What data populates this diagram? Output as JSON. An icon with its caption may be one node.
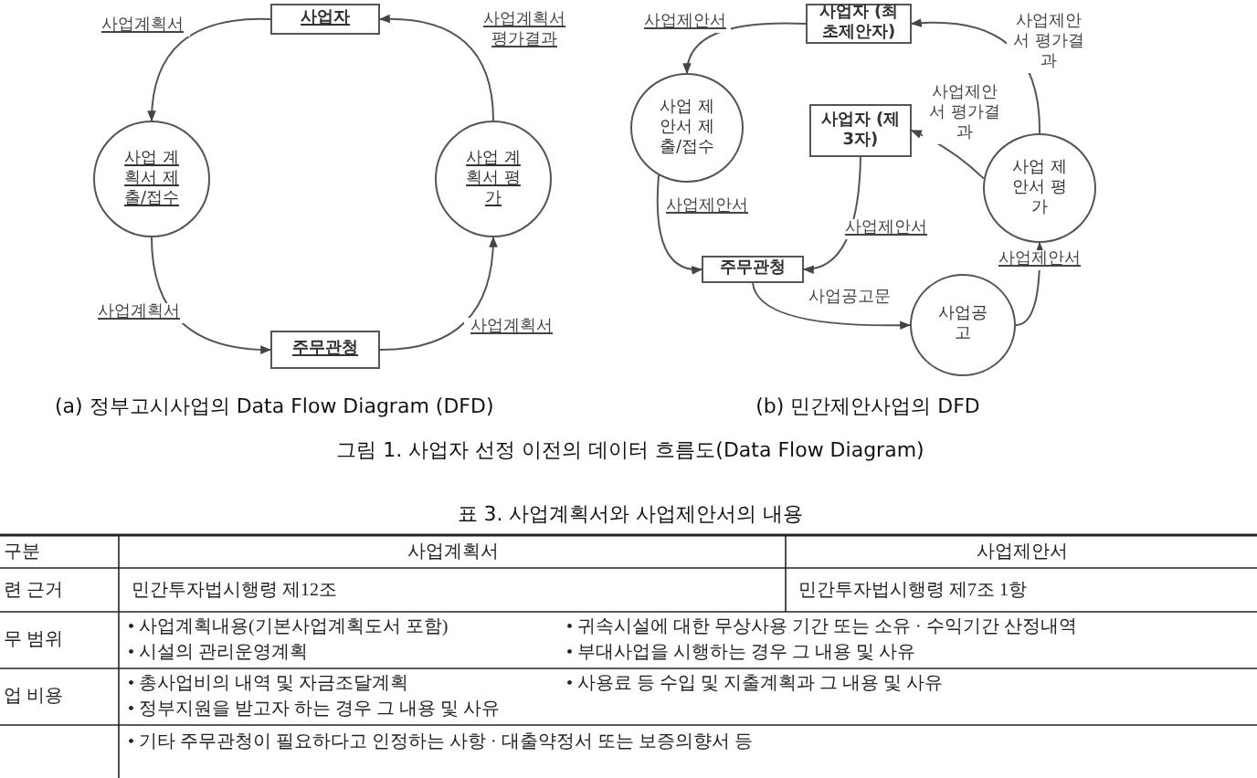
{
  "diagram": {
    "nodes": [
      {
        "text": [
          "사업자"
        ]
      },
      {
        "text": [
          "사업 계획서 제출/접수"
        ]
      },
      {
        "text": [
          "사업 계획서 평가"
        ]
      },
      {
        "text": [
          "주무관청"
        ]
      },
      {
        "text": [
          "사업자 (최초제안자)"
        ]
      },
      {
        "text": [
          "사업 제안서 제출/접수"
        ]
      },
      {
        "text": [
          "사업자 (제3자)"
        ]
      },
      {
        "text": [
          "사업 제안서 평가"
        ]
      },
      {
        "text": [
          "주무관청"
        ]
      },
      {
        "text": [
          "사업공고"
        ]
      }
    ],
    "edges": [
      {
        "from": 0,
        "to": 1,
        "arrow": "to",
        "label": "사업계획서"
      },
      {
        "from": 1,
        "to": 3,
        "arrow": "to",
        "label": "사업계획서"
      },
      {
        "from": 3,
        "to": 2,
        "arrow": "to",
        "label": "사업계획서"
      },
      {
        "from": 2,
        "to": 0,
        "arrow": "to",
        "label": "사업계획서 평가결과"
      },
      {
        "from": 4,
        "to": 5,
        "arrow": "to",
        "label": "사업제안서"
      },
      {
        "from": 5,
        "to": 8,
        "arrow": "to",
        "label": "사업제안서"
      },
      {
        "from": 6,
        "to": 8,
        "arrow": "to",
        "label": "사업제안서"
      },
      {
        "from": 8,
        "to": 9,
        "arrow": "to",
        "label": "사업공고문"
      },
      {
        "from": 9,
        "to": 7,
        "arrow": "to",
        "label": "사업제안서"
      },
      {
        "from": 7,
        "to": 6,
        "arrow": "to",
        "label": "사업제안서 평가결과"
      },
      {
        "from": 7,
        "to": 4,
        "arrow": "to",
        "label": "사업제안서 평가결과"
      }
    ],
    "labels": [
      "(a) 정부고시사업의 Data Flow Diagram (DFD)",
      "(b) 민간제안사업의 DFD",
      "그림 1. 사업자 선정 이전의 데이터 흐름도(Data Flow Diagram)",
      "표 3. 사업계획서와 사업제안서의 내용",
      "구분",
      "사업계획서",
      "사업제안서",
      "련 근거",
      "민간투자법시행령 제12조",
      "민간투자법시행령 제7조 1항",
      "무 범위",
      "• 사업계획내용(기본사업계획도서 포함)",
      "• 귀속시설에 대한 무상사용 기간 또는 소유 · 수익기간 산정내역",
      "• 시설의 관리운영계획",
      "• 부대사업을 시행하는 경우 그 내용 및 사유",
      "업 비용",
      "• 총사업비의 내역 및 자금조달계획",
      "• 사용료 등 수입 및 지출계획과 그 내용 및 사유",
      "• 정부지원을 받고자 하는 경우 그 내용 및 사유",
      "• 기타 주무관청이 필요하다고 인정하는 사항 · 대출약정서 또는 보증의향서 등"
    ]
  }
}
